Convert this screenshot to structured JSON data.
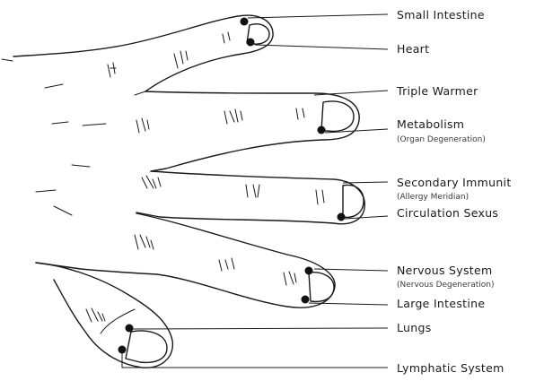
{
  "labels": {
    "small_intestine": "Small Intestine",
    "heart": "Heart",
    "triple_warmer": "Triple Warmer",
    "metabolism": "Metabolism",
    "metabolism_sub": "(Organ Degeneration)",
    "secondary_immunity": "Secondary Immunit",
    "secondary_immunity_sub": "(Allergy Meridian)",
    "circulation_sexus": "Circulation Sexus",
    "nervous_system": "Nervous System",
    "nervous_system_sub": "(Nervous Degeneration)",
    "large_intestine": "Large Intestine",
    "lungs": "Lungs",
    "lymphatic_system": "Lymphatic System"
  },
  "colors": {
    "ink": "#1a1a1a",
    "background": "#ffffff"
  }
}
